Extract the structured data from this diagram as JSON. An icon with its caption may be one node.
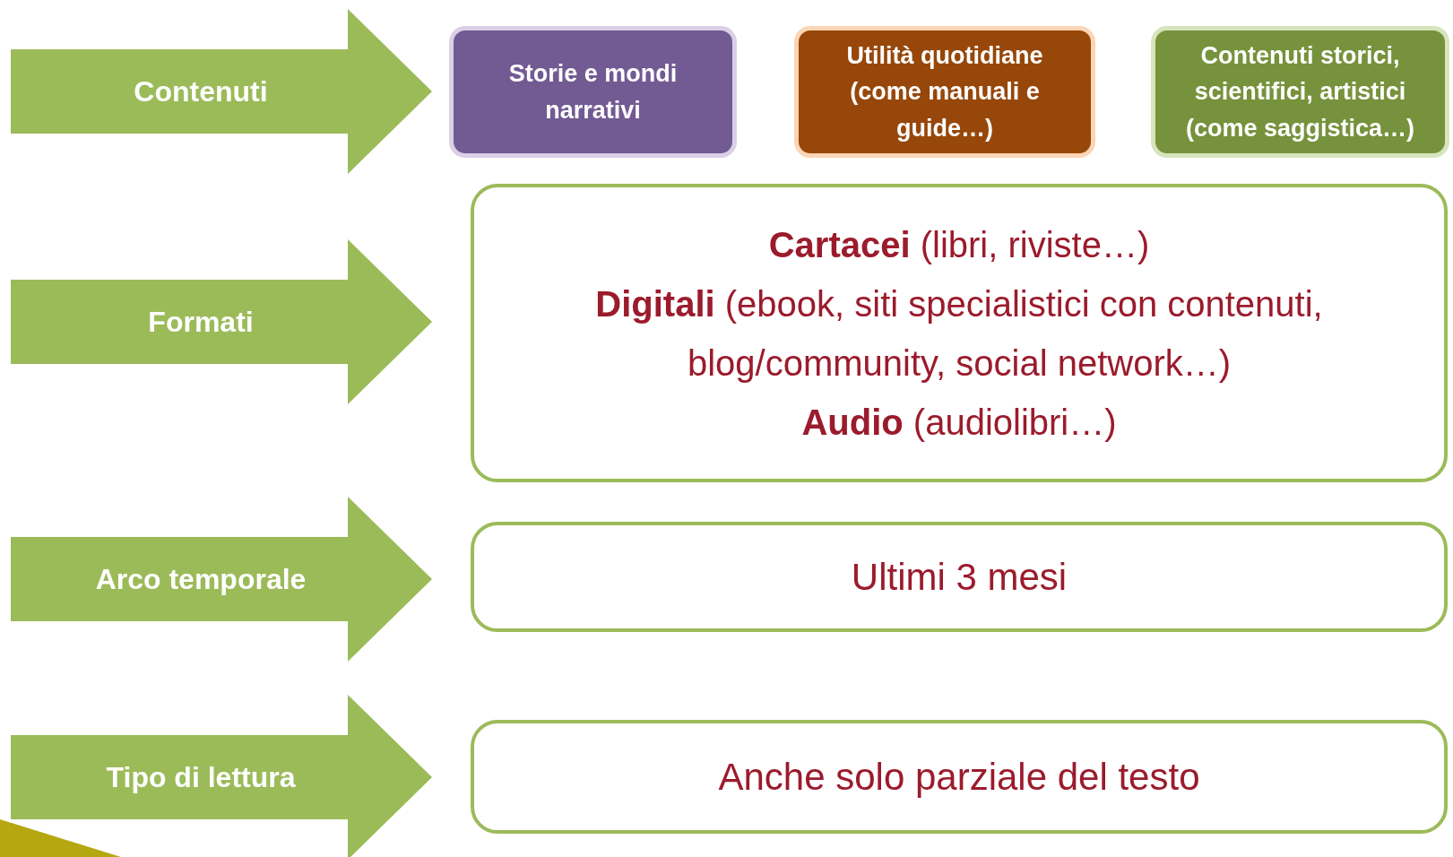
{
  "diagram": {
    "nodes": [
      {
        "text": [
          "Contenuti"
        ]
      },
      {
        "text": [
          "Storie e mondi narrativi"
        ]
      },
      {
        "text": [
          "Utilità quotidiane (come manuali e guide…)"
        ]
      },
      {
        "text": [
          "Contenuti storici, scientifici, artistici (come saggistica…)"
        ]
      },
      {
        "text": [
          "Formati"
        ]
      },
      {
        "text": [
          "**Cartacei** (libri, riviste…)",
          "**Digitali** (ebook, siti specialistici con contenuti, blog/community, social network…)",
          "**Audio** (audiolibri…)"
        ]
      },
      {
        "text": [
          "Arco temporale"
        ]
      },
      {
        "text": [
          "Ultimi 3 mesi"
        ]
      },
      {
        "text": [
          "Tipo di lettura"
        ]
      },
      {
        "text": [
          "Anche solo parziale del testo"
        ]
      }
    ]
  }
}
